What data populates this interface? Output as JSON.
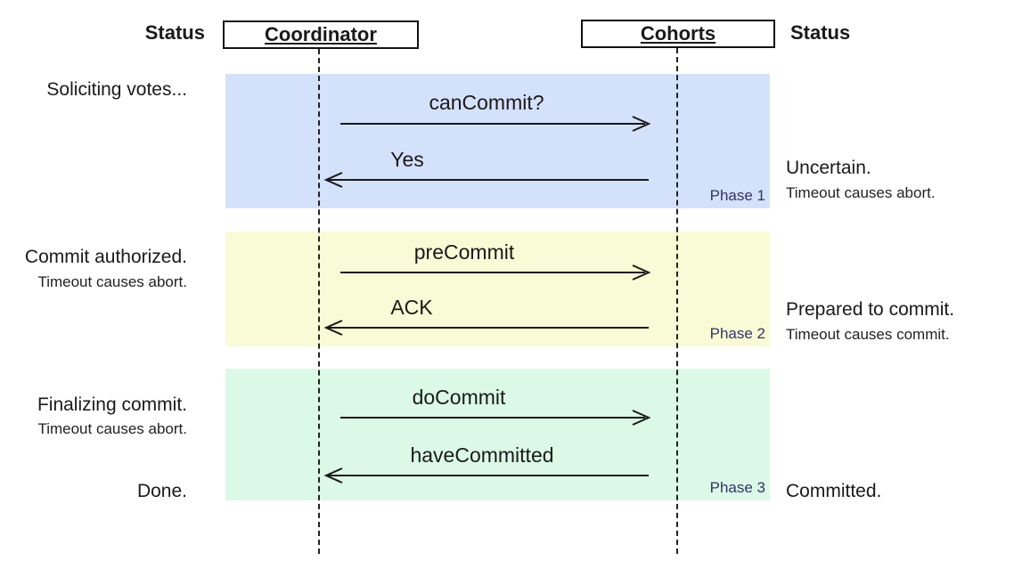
{
  "header": {
    "status_left": "Status",
    "coordinator": "Coordinator",
    "cohorts": "Cohorts",
    "status_right": "Status"
  },
  "colors": {
    "phase1_bg": "#d4e1fb",
    "phase2_bg": "#f9fbd6",
    "phase3_bg": "#dcf9e7",
    "phase_label": "#333366"
  },
  "phases": [
    {
      "label": "Phase 1",
      "left_status": "Soliciting votes...",
      "messages": [
        {
          "label": "canCommit?",
          "direction": "right"
        },
        {
          "label": "Yes",
          "direction": "left"
        }
      ],
      "right_status": "Uncertain.",
      "right_note": "Timeout causes abort."
    },
    {
      "label": "Phase 2",
      "left_status": "Commit authorized.",
      "left_note": "Timeout causes abort.",
      "messages": [
        {
          "label": "preCommit",
          "direction": "right"
        },
        {
          "label": "ACK",
          "direction": "left"
        }
      ],
      "right_status": "Prepared to commit.",
      "right_note": "Timeout causes commit."
    },
    {
      "label": "Phase 3",
      "left_status": "Finalizing commit.",
      "left_note": "Timeout causes abort.",
      "left_status_end": "Done.",
      "messages": [
        {
          "label": "doCommit",
          "direction": "right"
        },
        {
          "label": "haveCommitted",
          "direction": "left"
        }
      ],
      "right_status": "Committed."
    }
  ]
}
